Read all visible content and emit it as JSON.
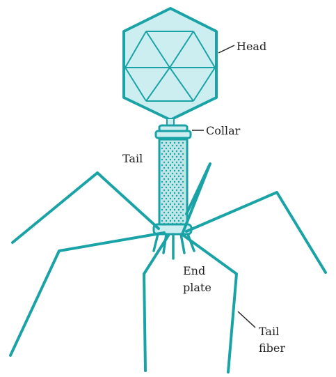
{
  "diagram": {
    "labels": {
      "head": "Head",
      "collar": "Collar",
      "tail": "Tail",
      "end_plate_line1": "End",
      "end_plate_line2": "plate",
      "tail_fiber_line1": "Tail",
      "tail_fiber_line2": "fiber"
    },
    "colors": {
      "outline": "#1aa3a6",
      "head_fill": "#cdeef0",
      "tail_fill": "#bfe6e8",
      "text": "#222222",
      "leader": "#222222"
    }
  }
}
